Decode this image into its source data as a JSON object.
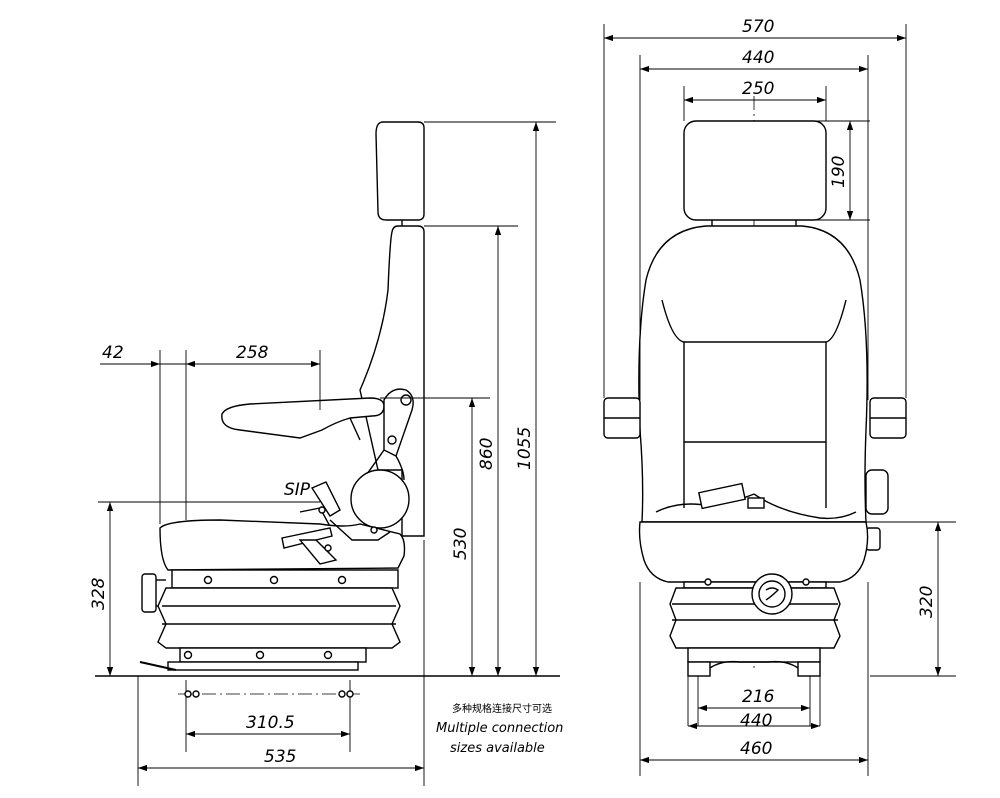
{
  "side_view": {
    "dims": {
      "width_42": "42",
      "width_258": "258",
      "height_328": "328",
      "height_530": "530",
      "height_860": "860",
      "height_1055": "1055",
      "width_310_5": "310.5",
      "width_535": "535"
    },
    "sip_label": "SIP"
  },
  "front_view": {
    "dims": {
      "width_570": "570",
      "width_440_top": "440",
      "width_250": "250",
      "height_190": "190",
      "height_320": "320",
      "width_216": "216",
      "width_440_bottom": "440",
      "width_460": "460"
    }
  },
  "note": {
    "chinese": "多种规格连接尺寸可选",
    "line1": "Multiple connection",
    "line2": "sizes available"
  }
}
